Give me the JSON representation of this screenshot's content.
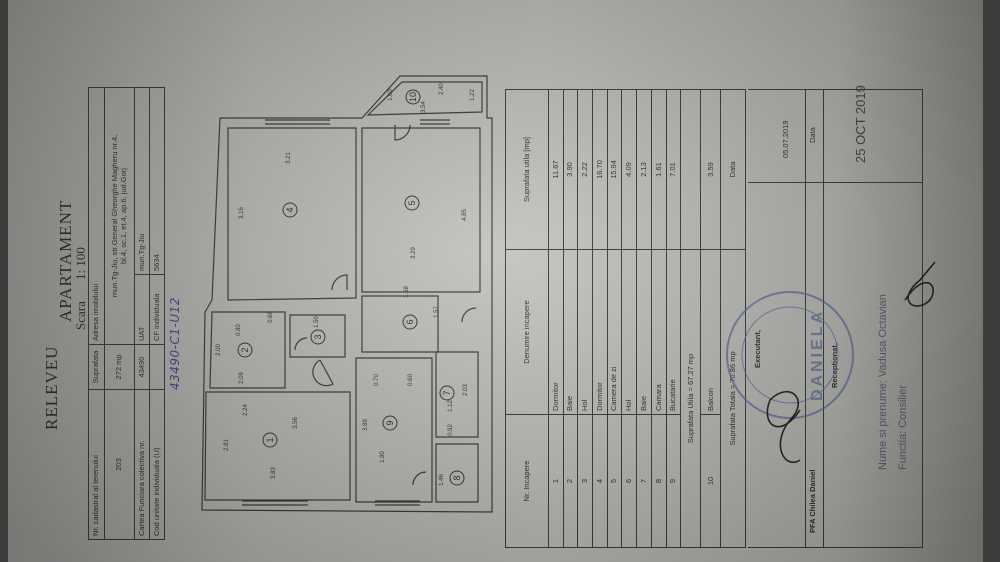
{
  "title": {
    "line1": "RELEVEU",
    "line2": "APARTAMENT",
    "scale_label": "Scara",
    "scale_value": "1: 100"
  },
  "info_table": {
    "headers": {
      "cadastral": "Nr. cadastral al terenului",
      "suprafata": "Suprafata",
      "adresa": "Adresa imobilului"
    },
    "cadastral": "203",
    "suprafata": "272 mp",
    "adresa_line1": "mun.Tg-Jiu, str.General Gheorghe Magheru nr.4,",
    "adresa_line2": "bl.4, sc.1, et.4, ap.6, jud.Gorj",
    "cf_colectiva_label": "Cartea Funciara colectiva nr.",
    "cf_colectiva": "43490",
    "uat_label": "UAT",
    "uat": "mun.Tg-Jiu",
    "cod_label": "Cod unitate individuala (U)",
    "cf_individuala_label": "CF individuala",
    "cf_individuala": "5634",
    "handwritten": "43490-C1-U12"
  },
  "rooms_table": {
    "headers": {
      "nr": "Nr. Incapere",
      "denumire": "Denumire incapere",
      "suprafata": "Suprafata utila [mp]"
    },
    "rows": [
      {
        "nr": "1",
        "name": "Dormitor",
        "area": "11.67"
      },
      {
        "nr": "2",
        "name": "Baie",
        "area": "3.90"
      },
      {
        "nr": "3",
        "name": "Hol",
        "area": "2.22"
      },
      {
        "nr": "4",
        "name": "Dormitor",
        "area": "16.70"
      },
      {
        "nr": "5",
        "name": "Camera de zi",
        "area": "15.94"
      },
      {
        "nr": "6",
        "name": "Hol",
        "area": "4.09"
      },
      {
        "nr": "7",
        "name": "Baie",
        "area": "2.13"
      },
      {
        "nr": "8",
        "name": "Camara",
        "area": "1.61"
      },
      {
        "nr": "9",
        "name": "Bucatarie",
        "area": "7.01"
      }
    ],
    "total_utila": "Suprafata Utila = 67.27 mp",
    "balcony": {
      "nr": "10",
      "name": "Balcon",
      "area": "3.59"
    },
    "total": "Suprafata Totala = 70.86 mp",
    "data_label": "Data",
    "executant_label": "Executant,",
    "executant_name": "PFA Chilea Daniel",
    "executant_date": "05.07.2019",
    "data_label2": "Data",
    "receptionat_label": "Receptionat,",
    "receptionat_date": "25 OCT 2019",
    "nume_label": "Nume si prenume: Vadusa Octavian",
    "functia_label": "Functia: Consilier"
  },
  "stamp": {
    "text": "DANIELA",
    "color": "#5a6a9a"
  },
  "plan": {
    "room_numbers": [
      "1",
      "2",
      "3",
      "4",
      "5",
      "6",
      "7",
      "8",
      "9",
      "10"
    ],
    "dimensions": [
      "3.15",
      "3.21",
      "4.85",
      "3.29",
      "2.40",
      "3.54",
      "1.22",
      "1.60",
      "1.58",
      "0.68",
      "0.80",
      "2.00",
      "2.09",
      "1.50",
      "2.24",
      "2.81",
      "3.56",
      "3.83",
      "3.89",
      "1.90",
      "0.70",
      "0.60",
      "2.03",
      "1.12",
      "0.92",
      "1.46",
      "1.57"
    ]
  },
  "colors": {
    "ink": "#2e2e2e",
    "handwriting": "#4b3f8f",
    "paper": "#c3c4bf"
  }
}
